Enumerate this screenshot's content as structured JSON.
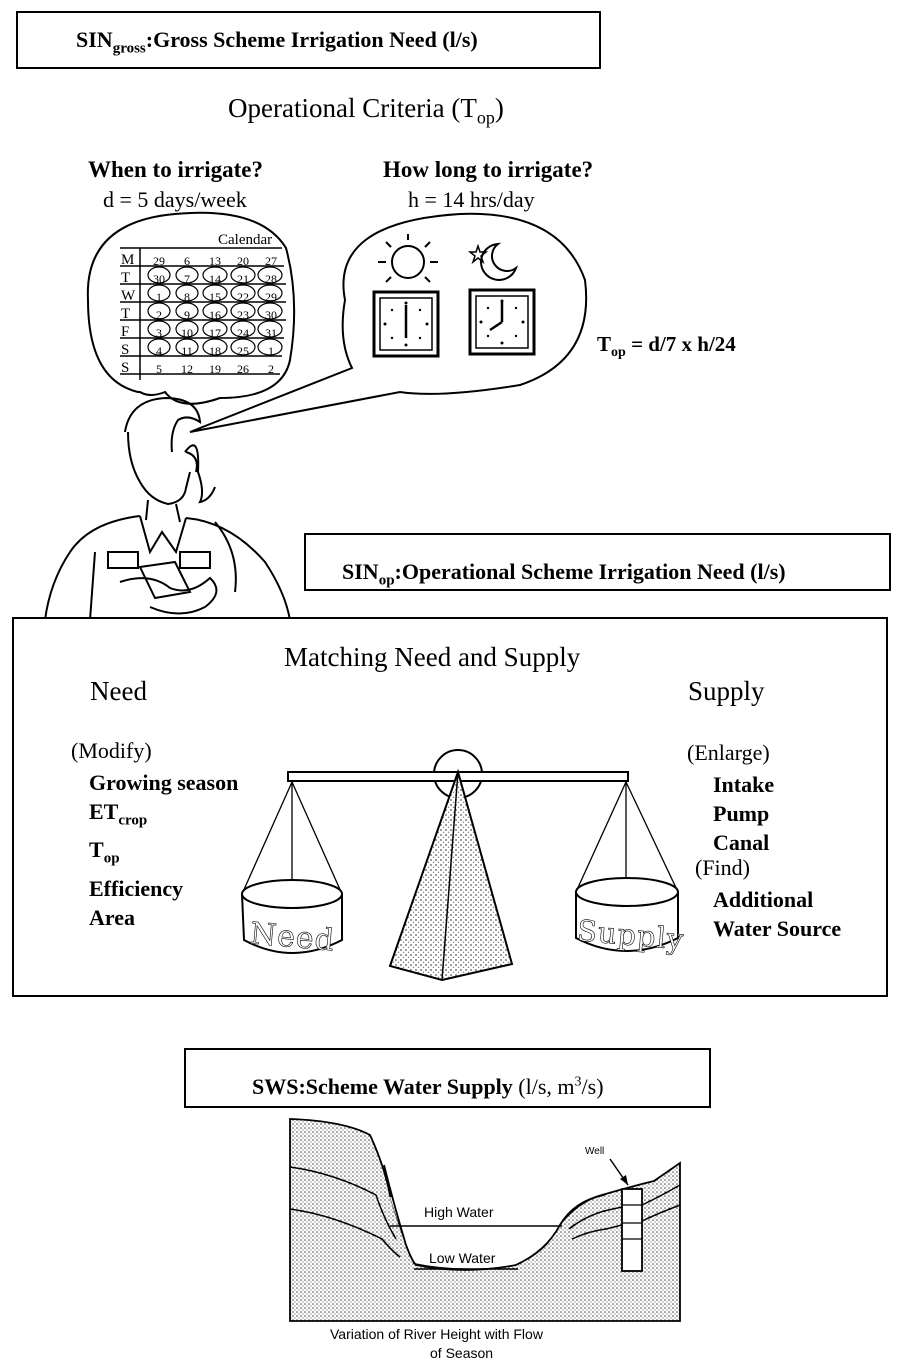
{
  "header": {
    "gross_prefix": "SIN",
    "gross_sub": "gross",
    "gross_rest": ":Gross Scheme Irrigation Need (l/s)"
  },
  "criteria": {
    "title": "Operational Criteria (T",
    "title_sub": "op",
    "title_close": ")",
    "when_q": "When to irrigate?",
    "when_val": "d = 5 days/week",
    "howlong_q": "How long to irrigate?",
    "howlong_val": "h = 14 hrs/day",
    "formula_T": "T",
    "formula_sub": "op",
    "formula_rest": " = d/7 x h/24"
  },
  "calendar": {
    "label": "Calendar",
    "days": [
      "M",
      "T",
      "W",
      "T",
      "F",
      "S",
      "S"
    ],
    "rows": [
      [
        "29",
        "6",
        "13",
        "20",
        "27"
      ],
      [
        "30",
        "7",
        "14",
        "21",
        "28"
      ],
      [
        "1",
        "8",
        "15",
        "22",
        "29"
      ],
      [
        "2",
        "9",
        "16",
        "23",
        "30"
      ],
      [
        "3",
        "10",
        "17",
        "24",
        "31"
      ],
      [
        "4",
        "11",
        "18",
        "25",
        "1"
      ],
      [
        "5",
        "12",
        "19",
        "26",
        "2"
      ]
    ]
  },
  "operational": {
    "prefix": "SIN",
    "sub": "op",
    "rest": ":Operational Scheme Irrigation Need (l/s)"
  },
  "matching": {
    "title": "Matching Need and Supply",
    "need_label": "Need",
    "supply_label": "Supply",
    "need_modify": "(Modify)",
    "need_items": [
      "Growing season",
      "ET",
      "T",
      "Efficiency",
      "Area"
    ],
    "need_et_sub": "crop",
    "need_top_sub": "op",
    "supply_enlarge": "(Enlarge)",
    "supply_items": [
      "Intake",
      "Pump",
      "Canal"
    ],
    "supply_find": "(Find)",
    "supply_additional": [
      "Additional",
      "Water Source"
    ],
    "pan_need": "Need",
    "pan_supply": "Supply"
  },
  "sws": {
    "title_bold": "SWS:Scheme Water Supply",
    "title_normal": " (l/s, m",
    "title_sup": "3",
    "title_end": "/s)"
  },
  "river": {
    "well": "Well",
    "high": "High Water",
    "low": "Low Water",
    "caption_1": "Variation of River Height with Flow",
    "caption_2": "of Season"
  },
  "colors": {
    "ink": "#000000",
    "paper": "#ffffff",
    "stipple": "#7a7a7a"
  }
}
